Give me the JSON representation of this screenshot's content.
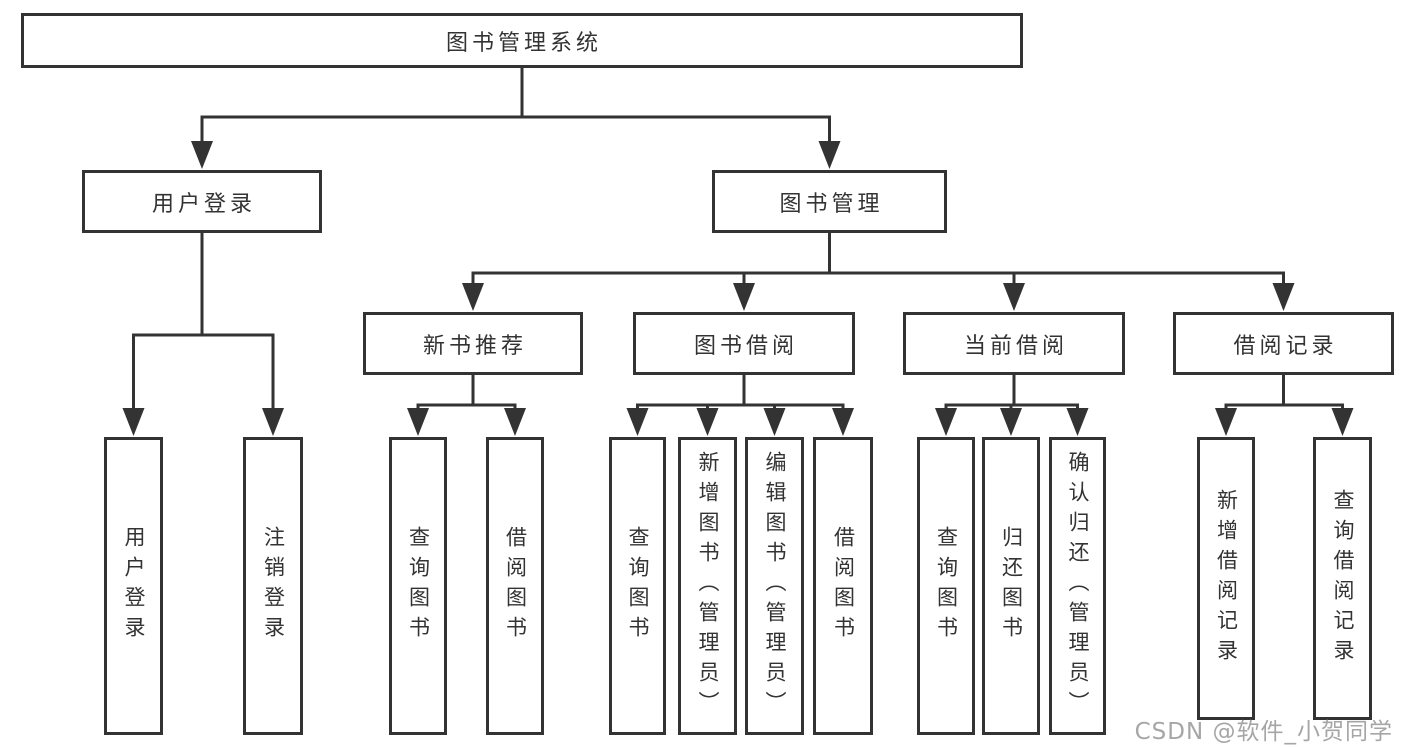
{
  "nodes": {
    "root": "图书管理系统",
    "l2_user": "用户登录",
    "l2_books": "图书管理",
    "l3_newbook": "新书推荐",
    "l3_borrow": "图书借阅",
    "l3_current": "当前借阅",
    "l3_records": "借阅记录",
    "leaf_user_login": "用户登录",
    "leaf_user_logout": "注销登录",
    "leaf_nb_query": "查询图书",
    "leaf_nb_borrow": "借阅图书",
    "leaf_bb_query": "查询图书",
    "leaf_bb_add": "新增图书（管理员）",
    "leaf_bb_edit": "编辑图书（管理员）",
    "leaf_bb_borrow": "借阅图书",
    "leaf_cb_query": "查询图书",
    "leaf_cb_return": "归还图书",
    "leaf_cb_confirm": "确认归还（管理员）",
    "leaf_rec_add": "新增借阅记录",
    "leaf_rec_query": "查询借阅记录"
  },
  "hierarchy": {
    "图书管理系统": [
      "用户登录",
      "图书管理"
    ],
    "用户登录": [
      "用户登录",
      "注销登录"
    ],
    "图书管理": [
      "新书推荐",
      "图书借阅",
      "当前借阅",
      "借阅记录"
    ],
    "新书推荐": [
      "查询图书",
      "借阅图书"
    ],
    "图书借阅": [
      "查询图书",
      "新增图书（管理员）",
      "编辑图书（管理员）",
      "借阅图书"
    ],
    "当前借阅": [
      "查询图书",
      "归还图书",
      "确认归还（管理员）"
    ],
    "借阅记录": [
      "新增借阅记录",
      "查询借阅记录"
    ]
  },
  "watermark": {
    "text": "CSDN @软件_小贺同学"
  },
  "colors": {
    "line": "#333333",
    "box_border": "#333333",
    "text": "#333333",
    "watermark": "#a6a6a6",
    "background": "#ffffff"
  }
}
